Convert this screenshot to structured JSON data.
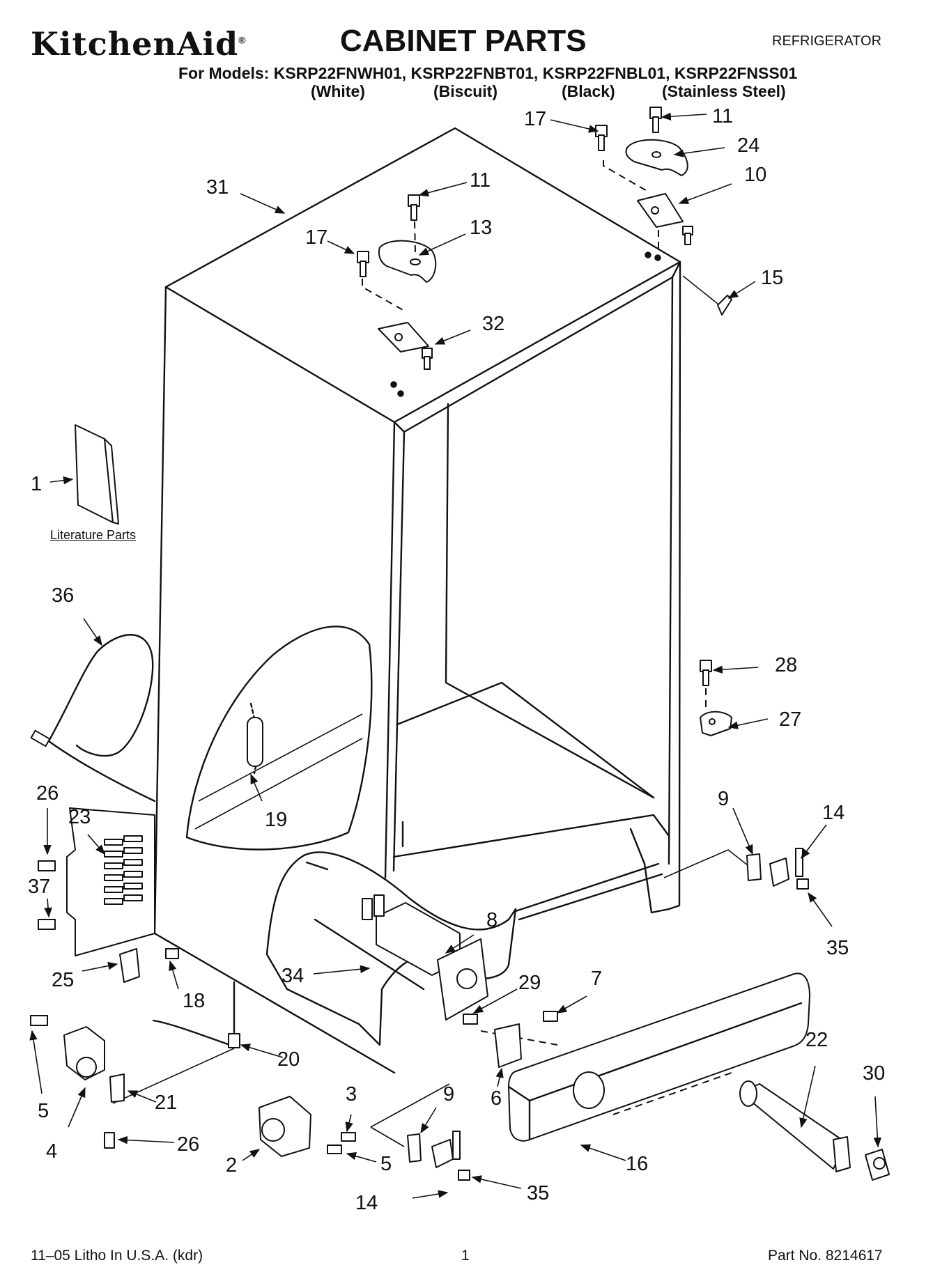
{
  "header": {
    "brand": "KitchenAid",
    "brand_mark": "®",
    "title": "CABINET PARTS",
    "category": "REFRIGERATOR",
    "models_line": "For Models: KSRP22FNWH01, KSRP22FNBT01, KSRP22FNBL01, KSRP22FNSS01",
    "variants": [
      "(White)",
      "(Biscuit)",
      "(Black)",
      "(Stainless Steel)"
    ]
  },
  "diagram": {
    "literature_label": "Literature Parts",
    "callouts": {
      "c1": "1",
      "c2": "2",
      "c3": "3",
      "c4": "4",
      "c5a": "5",
      "c5b": "5",
      "c6": "6",
      "c7": "7",
      "c8": "8",
      "c9a": "9",
      "c9b": "9",
      "c10": "10",
      "c11a": "11",
      "c11b": "11",
      "c13": "13",
      "c14a": "14",
      "c14b": "14",
      "c15": "15",
      "c16": "16",
      "c17a": "17",
      "c17b": "17",
      "c18": "18",
      "c19": "19",
      "c20": "20",
      "c21": "21",
      "c22": "22",
      "c23": "23",
      "c24": "24",
      "c25": "25",
      "c26a": "26",
      "c26b": "26",
      "c27": "27",
      "c28": "28",
      "c29": "29",
      "c30": "30",
      "c31": "31",
      "c32": "32",
      "c34": "34",
      "c35a": "35",
      "c35b": "35",
      "c36": "36",
      "c37": "37"
    }
  },
  "footer": {
    "print_info": "11–05 Litho In U.S.A. (kdr)",
    "page_number": "1",
    "part_number": "Part No. 8214617"
  }
}
